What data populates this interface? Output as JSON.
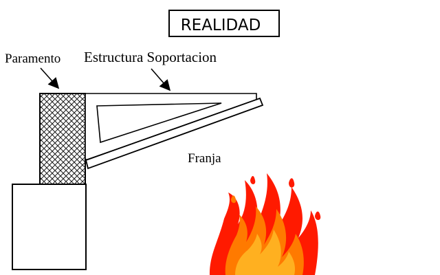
{
  "title": "REALIDAD",
  "labels": {
    "paramento": "Paramento",
    "estructura": "Estructura Soportacion",
    "franja": "Franja"
  },
  "colors": {
    "line": "#000000",
    "hatch": "#222222",
    "flame_outer": "#ff1a00",
    "flame_mid": "#ff7a00",
    "flame_core": "#ffb020"
  },
  "icons": {
    "fire": "fire-icon"
  }
}
